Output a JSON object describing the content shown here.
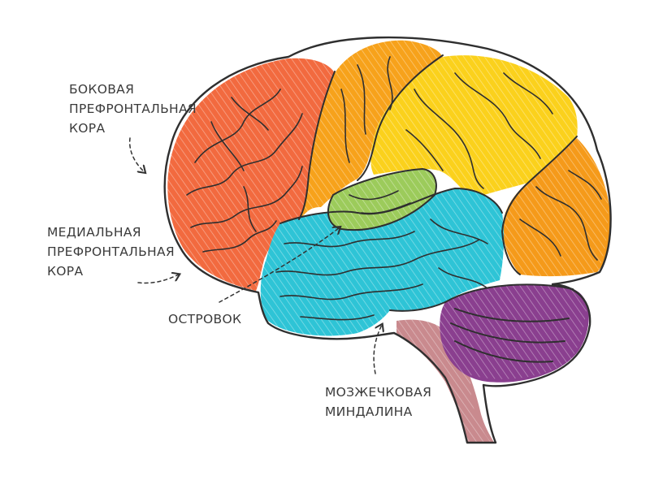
{
  "labels": {
    "lateral_prefrontal": [
      "БОКОВАЯ",
      "ПРЕФРОНТАЛЬНАЯ",
      "КОРА"
    ],
    "medial_prefrontal": [
      "МЕДИАЛЬНАЯ",
      "ПРЕФРОНТАЛЬНАЯ",
      "КОРА"
    ],
    "insula": "ОСТРОВОК",
    "amygdala": [
      "МОЗЖЕЧКОВАЯ",
      "МИНДАЛИНА"
    ]
  },
  "colors": {
    "frontal": "#f26a3f",
    "motor": "#f7a21b",
    "parietal": "#fbd11c",
    "occipital": "#f59a1a",
    "temporal": "#2ec4d6",
    "insula": "#9ccb5b",
    "cerebellum": "#8a3f8f",
    "brainstem": "#c98a8e",
    "outline": "#2f2f2f",
    "label": "#3b3b3b"
  }
}
